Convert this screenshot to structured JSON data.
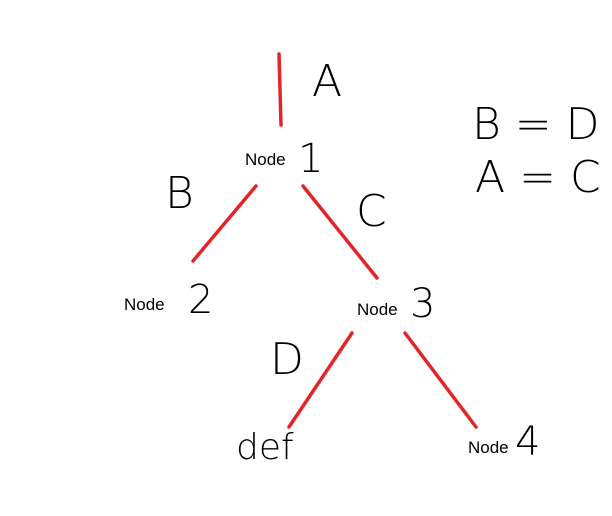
{
  "nodes": {
    "n1": {
      "label": "Node",
      "number": "1"
    },
    "n2": {
      "label": "Node",
      "number": "2"
    },
    "n3": {
      "label": "Node",
      "number": "3"
    },
    "n4": {
      "label": "Node",
      "number": "4"
    }
  },
  "leaf": "def",
  "edge_labels": {
    "a": "A",
    "b": "B",
    "c": "C",
    "d": "D"
  },
  "equations": {
    "eq1": "B = D",
    "eq2": "A = C"
  },
  "colors": {
    "edge": "#e3242b",
    "text": "#000000",
    "background": "#ffffff"
  }
}
